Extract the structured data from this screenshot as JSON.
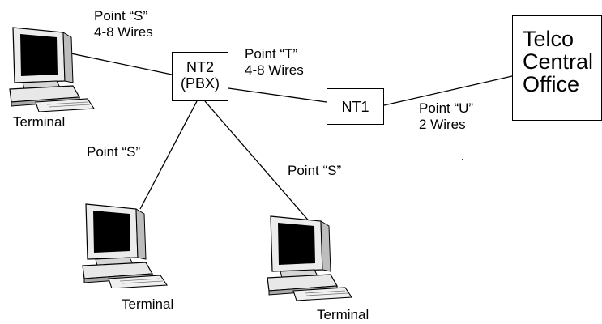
{
  "labels": {
    "point_s_top": "Point “S”",
    "wires_s_top": "4-8 Wires",
    "point_t": "Point “T”",
    "wires_t": "4-8 Wires",
    "point_u": "Point “U”",
    "wires_u": "2 Wires",
    "point_s_left": "Point “S”",
    "point_s_right": "Point “S”",
    "terminal_top": "Terminal",
    "terminal_bottom_left": "Terminal",
    "terminal_bottom_right": "Terminal"
  },
  "nodes": {
    "nt2_line1": "NT2",
    "nt2_line2": "(PBX)",
    "nt1": "NT1",
    "co_line1": "Telco",
    "co_line2": "Central",
    "co_line3": "Office"
  },
  "icons": {
    "terminal": "computer-terminal-icon"
  }
}
